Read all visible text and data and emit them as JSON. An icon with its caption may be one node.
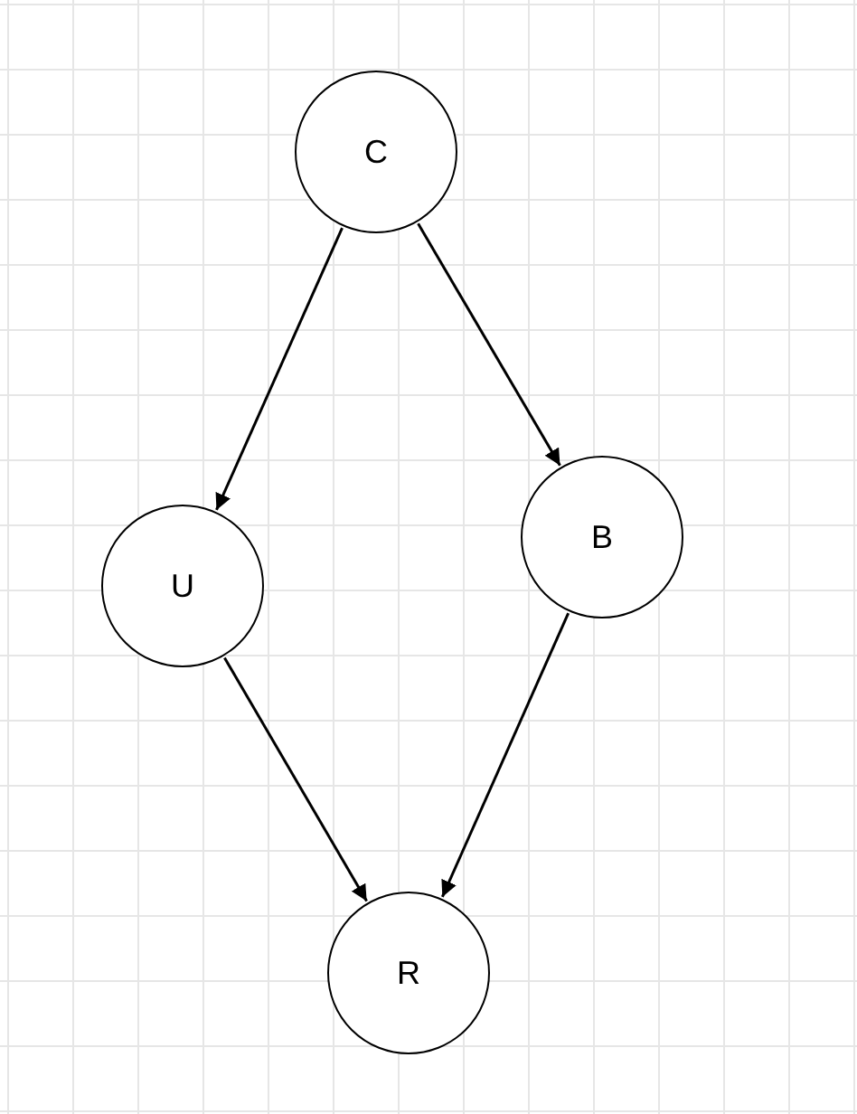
{
  "diagram": {
    "nodes": [
      {
        "text": [
          "C"
        ]
      },
      {
        "text": [
          "U"
        ]
      },
      {
        "text": [
          "B"
        ]
      },
      {
        "text": [
          "R"
        ]
      }
    ],
    "edges": [
      {
        "from": 0,
        "to": 1,
        "arrow": "to"
      },
      {
        "from": 0,
        "to": 2,
        "arrow": "to"
      },
      {
        "from": 1,
        "to": 3,
        "arrow": "to"
      },
      {
        "from": 2,
        "to": 3,
        "arrow": "to"
      }
    ]
  }
}
